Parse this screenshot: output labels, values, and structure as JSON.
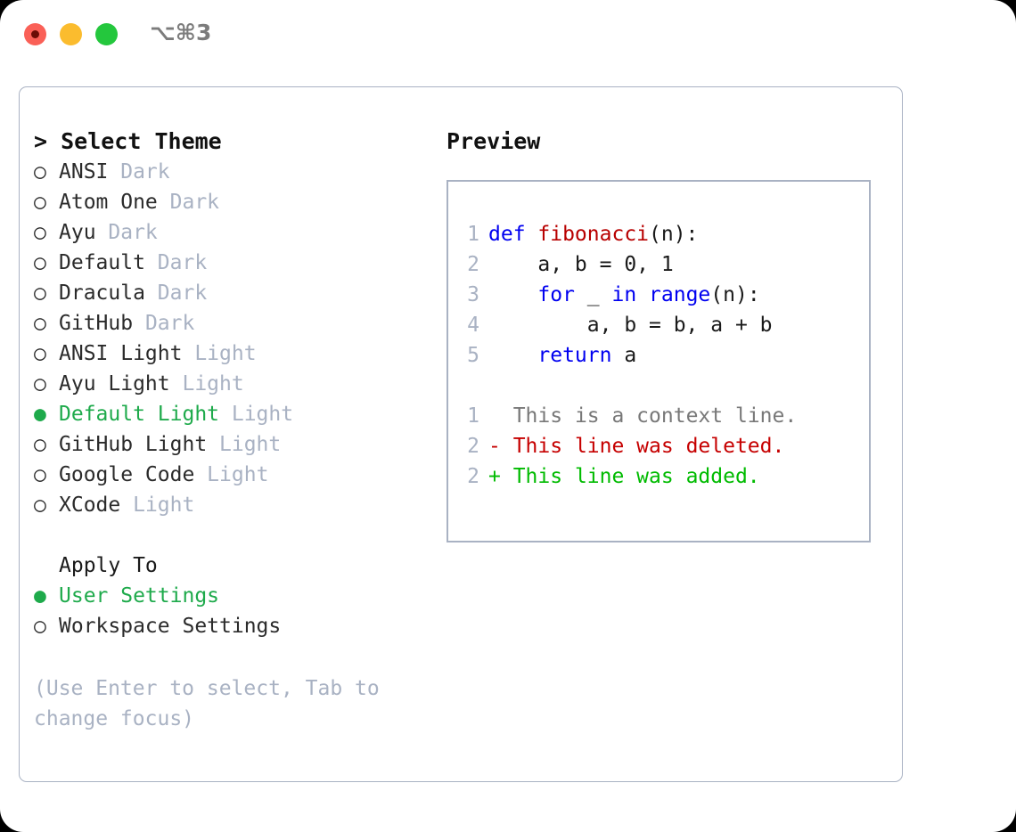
{
  "window": {
    "shortcut": "⌥⌘3",
    "traffic_lights": [
      {
        "name": "close",
        "color": "#fa6057"
      },
      {
        "name": "minimize",
        "color": "#fbbc2e"
      },
      {
        "name": "maximize",
        "color": "#24c73d"
      }
    ]
  },
  "theme_picker": {
    "header": "> Select Theme",
    "options": [
      {
        "label": "ANSI",
        "suffix": "Dark",
        "selected": false
      },
      {
        "label": "Atom One",
        "suffix": "Dark",
        "selected": false
      },
      {
        "label": "Ayu",
        "suffix": "Dark",
        "selected": false
      },
      {
        "label": "Default",
        "suffix": "Dark",
        "selected": false
      },
      {
        "label": "Dracula",
        "suffix": "Dark",
        "selected": false
      },
      {
        "label": "GitHub",
        "suffix": "Dark",
        "selected": false
      },
      {
        "label": "ANSI Light",
        "suffix": "Light",
        "selected": false
      },
      {
        "label": "Ayu Light",
        "suffix": "Light",
        "selected": false
      },
      {
        "label": "Default Light",
        "suffix": "Light",
        "selected": true
      },
      {
        "label": "GitHub Light",
        "suffix": "Light",
        "selected": false
      },
      {
        "label": "Google Code",
        "suffix": "Light",
        "selected": false
      },
      {
        "label": "XCode",
        "suffix": "Light",
        "selected": false
      }
    ],
    "marker_selected": "●",
    "marker_unselected": "○"
  },
  "apply_to": {
    "header": "Apply To",
    "options": [
      {
        "label": "User Settings",
        "selected": true
      },
      {
        "label": "Workspace Settings",
        "selected": false
      }
    ]
  },
  "help_text": "(Use Enter to select, Tab to change focus)",
  "preview": {
    "title": "Preview",
    "code_lines": [
      {
        "no": "1",
        "tokens": [
          {
            "t": "def ",
            "c": "kw"
          },
          {
            "t": "fibonacci",
            "c": "fn"
          },
          {
            "t": "(n):",
            "c": "pl"
          }
        ]
      },
      {
        "no": "2",
        "tokens": [
          {
            "t": "    a, b = 0, 1",
            "c": "pl"
          }
        ]
      },
      {
        "no": "3",
        "tokens": [
          {
            "t": "    ",
            "c": "pl"
          },
          {
            "t": "for",
            "c": "kw"
          },
          {
            "t": " _ ",
            "c": "pl"
          },
          {
            "t": "in",
            "c": "kw"
          },
          {
            "t": " ",
            "c": "pl"
          },
          {
            "t": "range",
            "c": "kw"
          },
          {
            "t": "(n):",
            "c": "pl"
          }
        ]
      },
      {
        "no": "4",
        "tokens": [
          {
            "t": "        a, b = b, a + b",
            "c": "pl"
          }
        ]
      },
      {
        "no": "5",
        "tokens": [
          {
            "t": "    ",
            "c": "pl"
          },
          {
            "t": "return",
            "c": "kw"
          },
          {
            "t": " a",
            "c": "pl"
          }
        ]
      }
    ],
    "diff_lines": [
      {
        "no": "1",
        "prefix": "  ",
        "text": "This is a context line.",
        "kind": "ctx"
      },
      {
        "no": "2",
        "prefix": "- ",
        "text": "This line was deleted.",
        "kind": "del"
      },
      {
        "no": "2",
        "prefix": "+ ",
        "text": "This line was added.",
        "kind": "add"
      }
    ]
  },
  "colors": {
    "accent_green": "#1eaa4b",
    "muted": "#a9b2c3",
    "keyword_blue": "#0000f0",
    "function_red": "#b80000",
    "diff_delete": "#c60000",
    "diff_add": "#00bb00"
  }
}
